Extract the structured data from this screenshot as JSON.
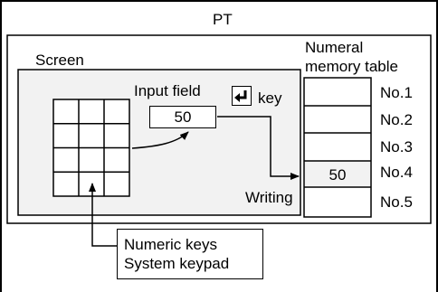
{
  "pt_label": "PT",
  "screen_label": "Screen",
  "input_field": {
    "label": "Input field",
    "value": "50"
  },
  "enter_key": {
    "icon": "enter-return-icon",
    "label": "key"
  },
  "memory_table": {
    "title_line1": "Numeral",
    "title_line2": "memory table",
    "rows": [
      {
        "label": "No.1",
        "value": ""
      },
      {
        "label": "No.2",
        "value": ""
      },
      {
        "label": "No.3",
        "value": ""
      },
      {
        "label": "No.4",
        "value": "50"
      },
      {
        "label": "No.5",
        "value": ""
      }
    ],
    "highlight_row": 4
  },
  "writing_label": "Writing",
  "keypad_note": {
    "line1": "Numeric keys",
    "line2": "System keypad"
  },
  "colors": {
    "screen_fill": "#f2f2f2",
    "line": "#000000"
  }
}
